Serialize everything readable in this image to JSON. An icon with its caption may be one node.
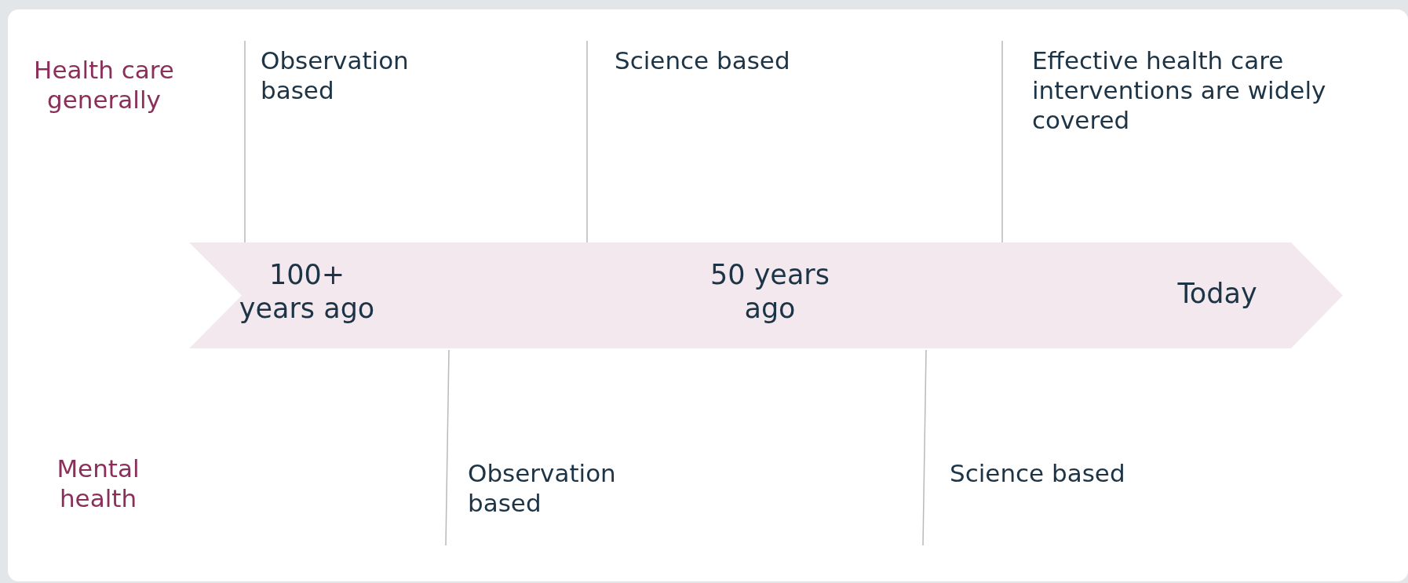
{
  "diagram": {
    "nodes": [
      {
        "text": [
          "100+ years ago",
          "50 years ago",
          "Today"
        ]
      }
    ],
    "labels": [
      "Health care generally",
      "Observation based",
      "Science based",
      "Effective health care interventions are widely covered",
      "Mental health",
      "Observation based",
      "Science based"
    ]
  }
}
